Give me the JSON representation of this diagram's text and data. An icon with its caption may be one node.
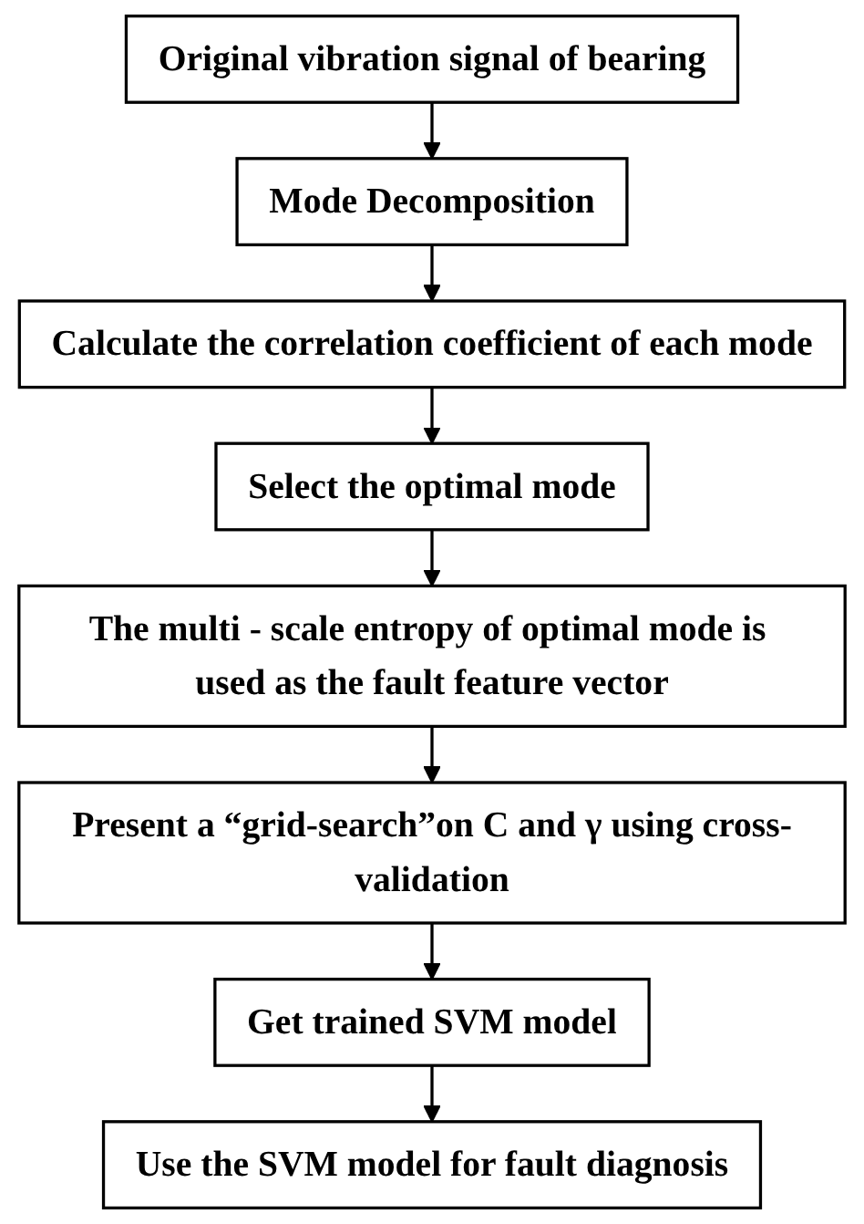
{
  "diagram": {
    "nodes": [
      {
        "text": [
          "Original vibration signal of bearing"
        ]
      },
      {
        "text": [
          "Mode Decomposition"
        ]
      },
      {
        "text": [
          "Calculate the correlation coefficient of each mode"
        ]
      },
      {
        "text": [
          "Select the optimal mode"
        ]
      },
      {
        "text": [
          "The multi - scale entropy of optimal mode is used as the fault feature vector"
        ]
      },
      {
        "text": [
          "Present a “grid-search”on C and γ using cross-validation"
        ]
      },
      {
        "text": [
          "Get trained SVM model"
        ]
      },
      {
        "text": [
          "Use the SVM model for fault diagnosis"
        ]
      }
    ],
    "edges": [
      {
        "from": 0,
        "to": 1,
        "arrow": "to"
      },
      {
        "from": 1,
        "to": 2,
        "arrow": "to"
      },
      {
        "from": 2,
        "to": 3,
        "arrow": "to"
      },
      {
        "from": 3,
        "to": 4,
        "arrow": "to"
      },
      {
        "from": 4,
        "to": 5,
        "arrow": "to"
      },
      {
        "from": 5,
        "to": 6,
        "arrow": "to"
      },
      {
        "from": 6,
        "to": 7,
        "arrow": "to"
      }
    ]
  }
}
